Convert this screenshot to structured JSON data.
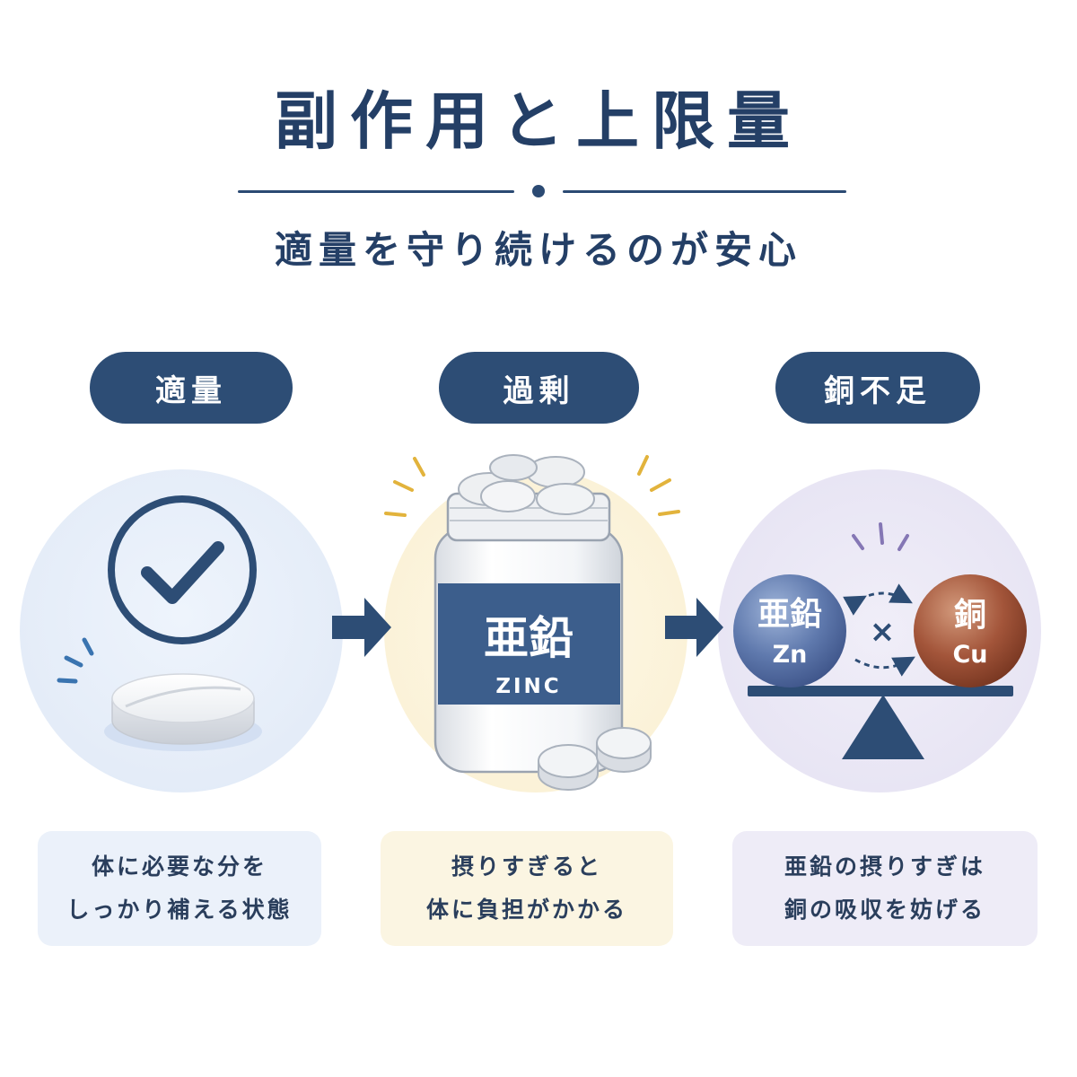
{
  "header": {
    "title": "副作用と上限量",
    "subtitle": "適量を守り続けるのが安心"
  },
  "steps": [
    {
      "label": "適量",
      "lines": [
        "体に必要な分を",
        "しっかり補える状態"
      ]
    },
    {
      "label": "過剰",
      "lines": [
        "摂りすぎると",
        "体に負担がかかる"
      ]
    },
    {
      "label": "銅不足",
      "lines": [
        "亜鉛の摂りすぎは",
        "銅の吸収を妨げる"
      ]
    }
  ],
  "bottle": {
    "label_main": "亜鉛",
    "label_sub": "ZINC"
  },
  "balance": {
    "left_ball": {
      "name": "亜鉛",
      "symbol": "Zn"
    },
    "right_ball": {
      "name": "銅",
      "symbol": "Cu"
    },
    "operator": "×"
  },
  "icons": [
    "check-circle-icon",
    "tablet-icon",
    "arrow-right-icon",
    "supplement-bottle-icon",
    "balance-scale-icon"
  ],
  "colors": {
    "navy": "#2d4d75",
    "accent_yellow": "#e2b33c",
    "copper": "#9a4c32",
    "zinc_blue": "#5873a8"
  }
}
